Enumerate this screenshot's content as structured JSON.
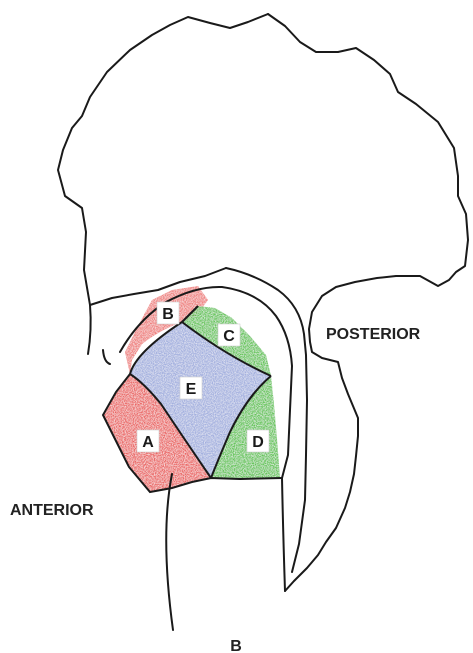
{
  "labels": {
    "anterior": "ANTERIOR",
    "posterior": "POSTERIOR",
    "figure": "B"
  },
  "zones": [
    {
      "id": "A",
      "label": "A",
      "color": "#e8504f"
    },
    {
      "id": "B",
      "label": "B",
      "color": "#ec6a67"
    },
    {
      "id": "C",
      "label": "C",
      "color": "#53c047"
    },
    {
      "id": "D",
      "label": "D",
      "color": "#53c047"
    },
    {
      "id": "E",
      "label": "E",
      "color": "#8f9fd8"
    }
  ]
}
